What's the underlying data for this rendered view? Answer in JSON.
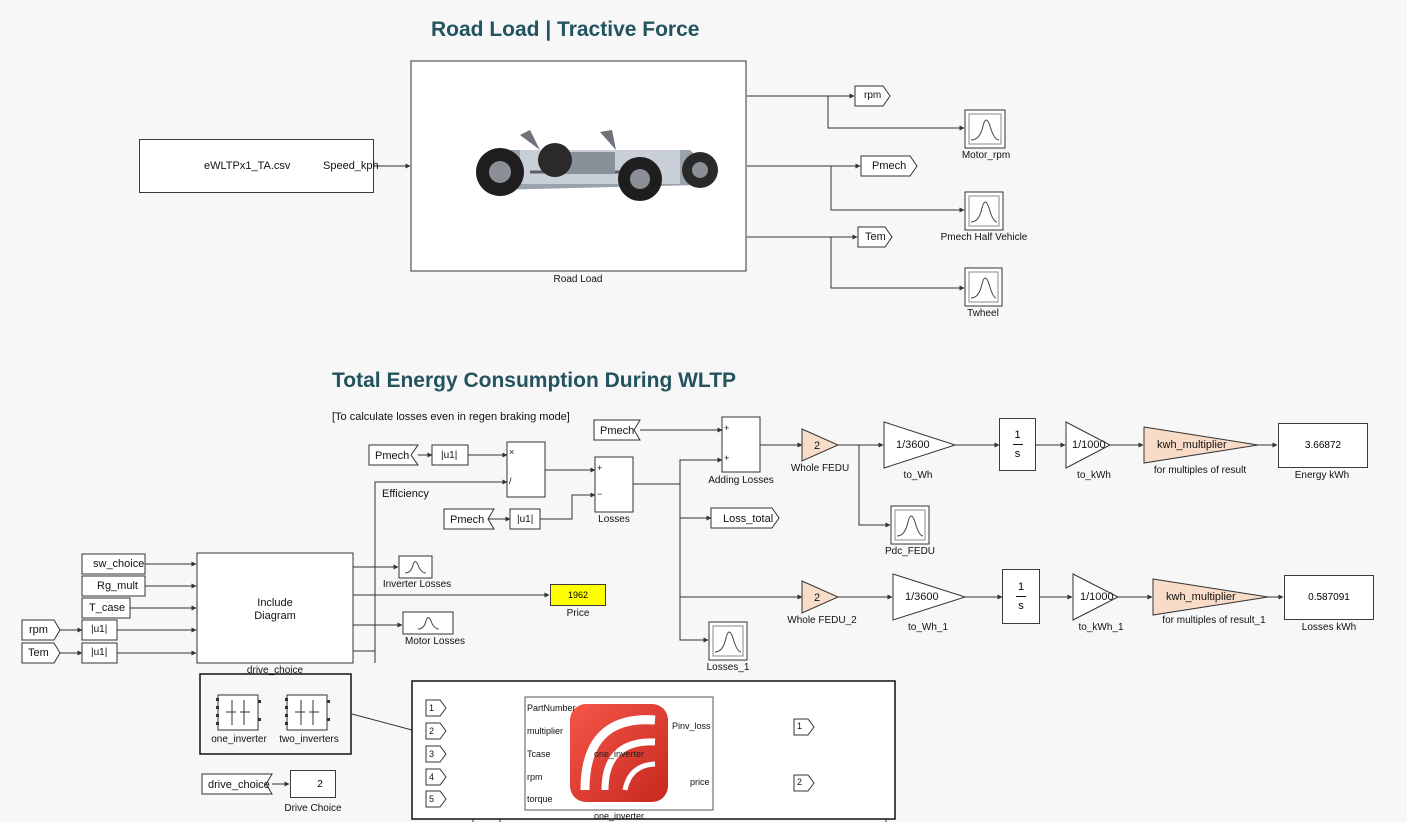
{
  "titles": {
    "road_load": "Road Load | Tractive Force",
    "energy": "Total Energy Consumption During WLTP",
    "note": "[To calculate losses even in regen braking mode]"
  },
  "road_load_section": {
    "source_file": "eWLTPx1_TA.csv",
    "source_port": "Speed_kph",
    "subsystem_label": "Road Load",
    "gotos": [
      "rpm",
      "Pmech",
      "Tem"
    ],
    "scopes": [
      "Motor_rpm",
      "Pmech Half Vehicle",
      "Twheel"
    ]
  },
  "energy_section": {
    "from_pmech": "Pmech",
    "abs": "|u1|",
    "efficiency_label": "Efficiency",
    "product_signs": [
      "×",
      "/"
    ],
    "losses_signs": [
      "+",
      "−"
    ],
    "losses_label": "Losses",
    "adding_losses_label": "Adding Losses",
    "adding_signs": [
      "+",
      "+"
    ],
    "loss_total_goto": "Loss_total",
    "losses_scope": "Losses_1",
    "pdc_scope": "Pdc_FEDU",
    "row1": {
      "gain": "2",
      "gain_label": "Whole FEDU",
      "to_wh": "1/3600",
      "to_wh_label": "to_Wh",
      "integrator_num": "1",
      "integrator_den": "s",
      "to_kwh": "1/1000",
      "to_kwh_label": "to_kWh",
      "mult": "kwh_multiplier",
      "mult_label": "for multiples of result",
      "display_value": "3.66872",
      "display_label": "Energy kWh"
    },
    "row2": {
      "gain": "2",
      "gain_label": "Whole FEDU_2",
      "to_wh": "1/3600",
      "to_wh_label": "to_Wh_1",
      "integrator_num": "1",
      "integrator_den": "s",
      "to_kwh": "1/1000",
      "to_kwh_label": "to_kWh_1",
      "mult": "kwh_multiplier",
      "mult_label": "for multiples of result_1",
      "display_value": "0.587091",
      "display_label": "Losses kWh"
    }
  },
  "include_section": {
    "constants": [
      "sw_choice",
      "Rg_mult",
      "T_case"
    ],
    "froms": [
      "rpm",
      "Tem"
    ],
    "abs": [
      "|u1|",
      "|u1|"
    ],
    "subsystem_line1": "Include",
    "subsystem_line2": "Diagram",
    "subsystem_label": "drive_choice",
    "inverter_scope": "Inverter Losses",
    "motor_scope": "Motor Losses",
    "price_value": "1962",
    "price_label": "Price",
    "variants": [
      "one_inverter",
      "two_inverters"
    ],
    "drive_from": "drive_choice",
    "drive_value": "2",
    "drive_label": "Drive Choice"
  },
  "zoom_inset": {
    "inports": [
      "1",
      "2",
      "3",
      "4",
      "5"
    ],
    "ports": [
      "PartNumber",
      "multiplier",
      "Tcase",
      "rpm",
      "torque"
    ],
    "outports_labels": [
      "Pinv_loss",
      "price"
    ],
    "outports": [
      "1",
      "2"
    ],
    "block_name": "one_inverter",
    "block_label": "one_inverter"
  },
  "colors": {
    "title": "#23535f",
    "gain_fill": "#f8dcc8",
    "price_fill": "#ffff00",
    "logo_red": "#e23b2e"
  }
}
